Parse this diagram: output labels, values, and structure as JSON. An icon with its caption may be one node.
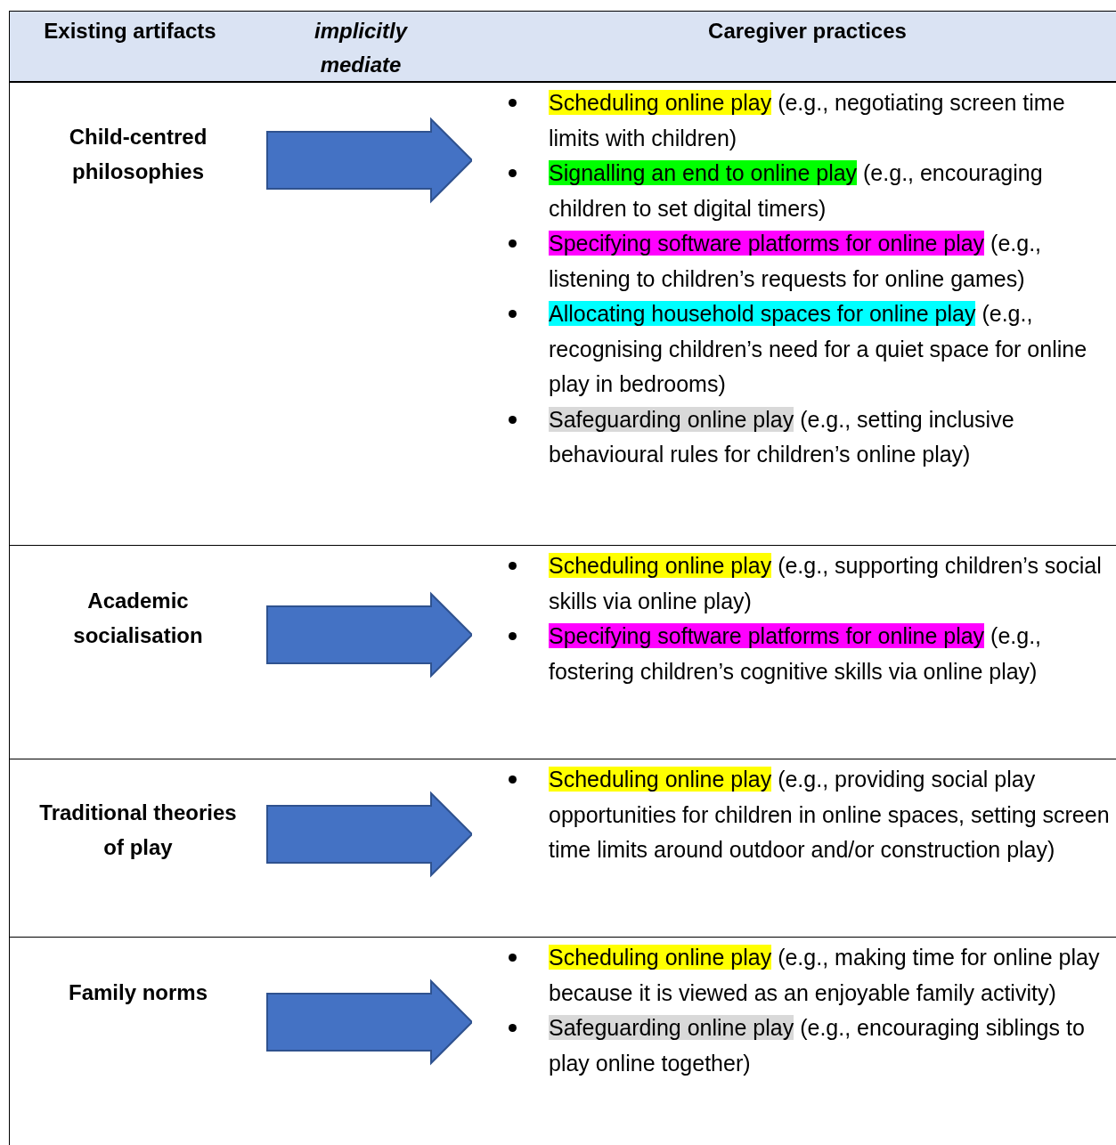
{
  "diagram": {
    "nodes": [
      {
        "text": [
          "Child-centred philosophies"
        ]
      },
      {
        "text": [],
        "shape": "box"
      },
      {
        "text": [
          "Scheduling online play",
          "(e.g., negotiating screen time limits with children)"
        ],
        "in": 1
      },
      {
        "text": [
          "Signalling an end to online play",
          "(e.g., encouraging children to set digital timers)"
        ],
        "in": 1
      },
      {
        "text": [
          "Specifying software platforms for online play",
          "(e.g., listening to children’s requests for online games)"
        ],
        "in": 1
      },
      {
        "text": [
          "Allocating household spaces for online play",
          "(e.g., recognising children’s need for a quiet space for online play in bedrooms)"
        ],
        "in": 1
      },
      {
        "text": [
          "Safeguarding online play",
          "(e.g., setting inclusive behavioural rules for children’s online play)"
        ],
        "in": 1
      },
      {
        "text": [
          "Academic socialisation"
        ]
      },
      {
        "text": [],
        "shape": "box"
      },
      {
        "text": [
          "Scheduling online play",
          "(e.g., supporting children’s social skills via online play)"
        ],
        "in": 8
      },
      {
        "text": [
          "Specifying software platforms for online play",
          "(e.g., fostering children’s cognitive skills via online play)"
        ],
        "in": 8
      },
      {
        "text": [
          "Traditional theories of play"
        ]
      },
      {
        "text": [],
        "shape": "box"
      },
      {
        "text": [
          "Scheduling online play",
          "(e.g., providing social play opportunities for children in online spaces, setting screen time limits around outdoor and/or construction play)"
        ],
        "in": 12
      },
      {
        "text": [
          "Family norms"
        ]
      },
      {
        "text": [],
        "shape": "box"
      },
      {
        "text": [
          "Scheduling online play",
          "(e.g., making time for online play because it is viewed as an enjoyable family activity)"
        ],
        "in": 15
      },
      {
        "text": [
          "Safeguarding online play",
          "(e.g., encouraging siblings to play online together)"
        ],
        "in": 15
      }
    ],
    "edges": [
      {
        "from": 0,
        "to": 1,
        "arrow": "to",
        "style": "thick"
      },
      {
        "from": 7,
        "to": 8,
        "arrow": "to",
        "style": "thick"
      },
      {
        "from": 11,
        "to": 12,
        "arrow": "to",
        "style": "thick"
      },
      {
        "from": 14,
        "to": 15,
        "arrow": "to",
        "style": "thick"
      }
    ],
    "labels": [
      "Existing artifacts",
      "implicitly mediate",
      "Caregiver practices"
    ]
  }
}
